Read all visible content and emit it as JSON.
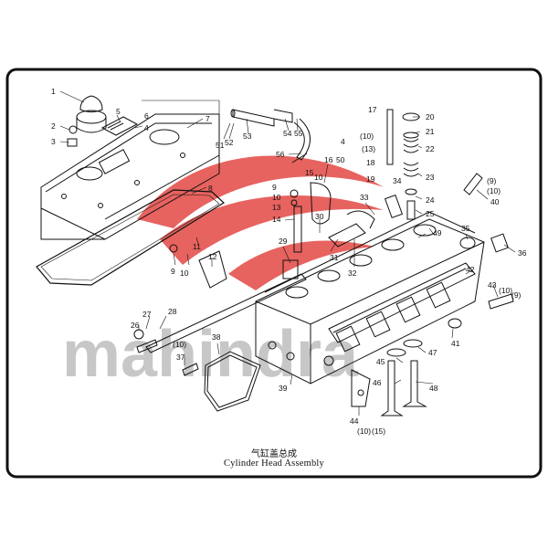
{
  "caption": {
    "chinese": "气缸盖总成",
    "english": "Cylinder Head Assembly"
  },
  "watermark": {
    "text": "mahindra",
    "logo_color": "#e0302a"
  },
  "callouts": [
    {
      "label": "1"
    },
    {
      "label": "2"
    },
    {
      "label": "3"
    },
    {
      "label": "5"
    },
    {
      "label": "6"
    },
    {
      "label": "4"
    },
    {
      "label": "7"
    },
    {
      "label": "8"
    },
    {
      "label": "9"
    },
    {
      "label": "10"
    },
    {
      "label": "11"
    },
    {
      "label": "12"
    },
    {
      "label": "51"
    },
    {
      "label": "52"
    },
    {
      "label": "53"
    },
    {
      "label": "54"
    },
    {
      "label": "55"
    },
    {
      "label": "56"
    },
    {
      "label": "17"
    },
    {
      "label": "20"
    },
    {
      "label": "21"
    },
    {
      "label": "4"
    },
    {
      "label": "(10)"
    },
    {
      "label": "(13)"
    },
    {
      "label": "22"
    },
    {
      "label": "50"
    },
    {
      "label": "18"
    },
    {
      "label": "23"
    },
    {
      "label": "16"
    },
    {
      "label": "19"
    },
    {
      "label": "34"
    },
    {
      "label": "15"
    },
    {
      "label": "10"
    },
    {
      "label": "9"
    },
    {
      "label": "10"
    },
    {
      "label": "13"
    },
    {
      "label": "33"
    },
    {
      "label": "24"
    },
    {
      "label": "(9)"
    },
    {
      "label": "(10)"
    },
    {
      "label": "40"
    },
    {
      "label": "25"
    },
    {
      "label": "14"
    },
    {
      "label": "30"
    },
    {
      "label": "49"
    },
    {
      "label": "29"
    },
    {
      "label": "32"
    },
    {
      "label": "35"
    },
    {
      "label": "31"
    },
    {
      "label": "36"
    },
    {
      "label": "42"
    },
    {
      "label": "43"
    },
    {
      "label": "(10)"
    },
    {
      "label": "(9)"
    },
    {
      "label": "27"
    },
    {
      "label": "28"
    },
    {
      "label": "26"
    },
    {
      "label": "38"
    },
    {
      "label": "41"
    },
    {
      "label": "(10)"
    },
    {
      "label": "37"
    },
    {
      "label": "47"
    },
    {
      "label": "45"
    },
    {
      "label": "39"
    },
    {
      "label": "46"
    },
    {
      "label": "48"
    },
    {
      "label": "44"
    },
    {
      "label": "(10)"
    },
    {
      "label": "(15)"
    }
  ]
}
